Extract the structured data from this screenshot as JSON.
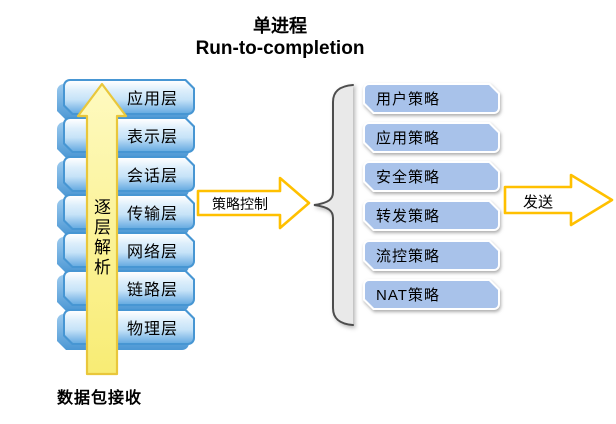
{
  "title": {
    "line1": "单进程",
    "line2": "Run-to-completion"
  },
  "osi_stack": {
    "layers": [
      "应用层",
      "表示层",
      "会话层",
      "传输层",
      "网络层",
      "链路层",
      "物理层"
    ],
    "arrow_label": "逐层解析",
    "caption": "数据包接收"
  },
  "policy_arrow": {
    "label": "策略控制"
  },
  "policy_stack": {
    "items": [
      "用户策略",
      "应用策略",
      "安全策略",
      "转发策略",
      "流控策略",
      "NAT策略"
    ]
  },
  "send_arrow": {
    "label": "发送"
  },
  "colors": {
    "layer_border": "#4796d3",
    "layer_fill_top": "#ffffff",
    "layer_fill_bottom": "#68ade1",
    "policy_fill": "#a8c2ea",
    "outline_arrow_stroke": "#ffc000",
    "receive_arrow_fill_top": "#fefac0",
    "receive_arrow_fill_bottom": "#f8ec74",
    "receive_arrow_border": "#e9c73b",
    "brace_line": "#4d4d4d",
    "brace_fill": "#e9e9e9"
  }
}
